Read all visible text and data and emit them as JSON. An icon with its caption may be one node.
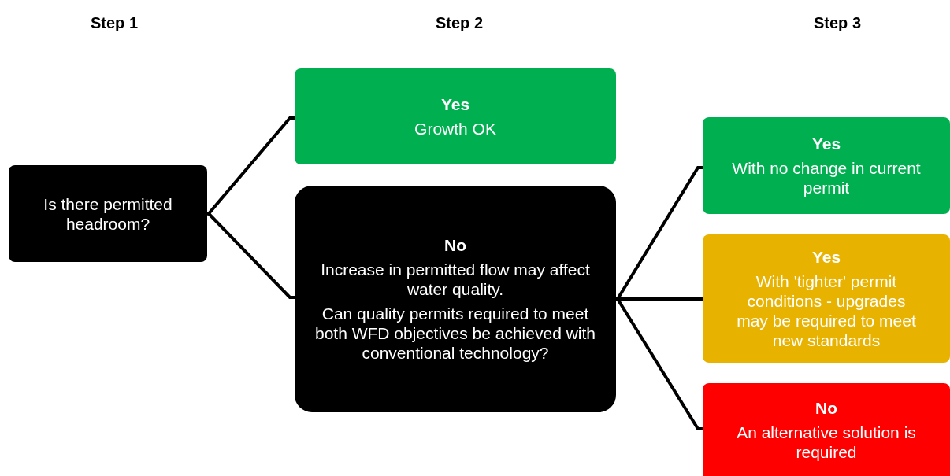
{
  "diagram": {
    "nodes": [
      {
        "text": [
          "Is there permitted headroom?"
        ]
      },
      {
        "text": [
          "Yes",
          "Growth OK"
        ]
      },
      {
        "text": [
          "No",
          "Increase in permitted flow may affect water quality.",
          "Can quality permits required to meet both WFD objectives be achieved with conventional technology?"
        ]
      },
      {
        "text": [
          "Yes",
          "With no change in current permit"
        ]
      },
      {
        "text": [
          "Yes",
          "With 'tighter' permit conditions - upgrades may be required to meet new standards"
        ]
      },
      {
        "text": [
          "No",
          "An alternative solution is required"
        ]
      }
    ],
    "edges": [
      {
        "from": 0,
        "to": 1,
        "arrow": "none"
      },
      {
        "from": 0,
        "to": 2,
        "arrow": "none"
      },
      {
        "from": 2,
        "to": 3,
        "arrow": "none"
      },
      {
        "from": 2,
        "to": 4,
        "arrow": "none"
      },
      {
        "from": 2,
        "to": 5,
        "arrow": "none"
      }
    ],
    "labels": [
      "Step 1",
      "Step 2",
      "Step 3"
    ]
  }
}
